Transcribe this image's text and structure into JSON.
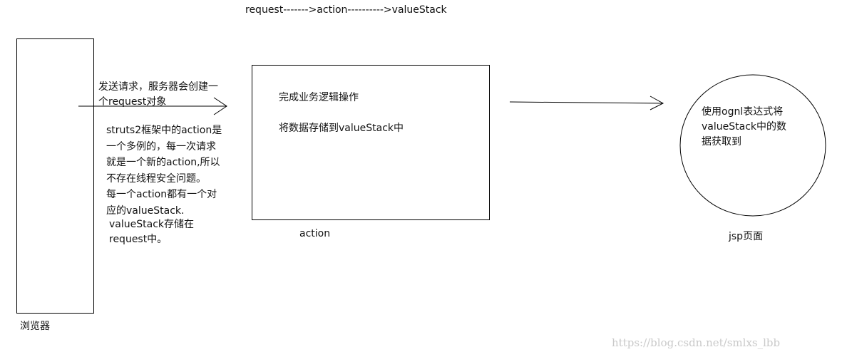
{
  "header": {
    "flow": "request------->action---------->valueStack"
  },
  "browser": {
    "label": "浏览器"
  },
  "request_note": {
    "lines": [
      "发送请求，服务器会创建一",
      "个request对象"
    ]
  },
  "action_note": {
    "lines": [
      "struts2框架中的action是",
      "一个多例的，每一次请求",
      "就是一个新的action,所以",
      "不存在线程安全问题。",
      "每一个action都有一个对",
      "应的valueStack."
    ]
  },
  "valuestack_note": {
    "lines": [
      "valueStack存储在",
      "request中。"
    ]
  },
  "action_box": {
    "line1": "完成业务逻辑操作",
    "line2": "将数据存储到valueStack中",
    "label": "action"
  },
  "jsp": {
    "lines": [
      "使用ognl表达式将",
      "valueStack中的数",
      "据获取到"
    ],
    "label": "jsp页面"
  },
  "watermark": "https://blog.csdn.net/smlxs_lbb"
}
